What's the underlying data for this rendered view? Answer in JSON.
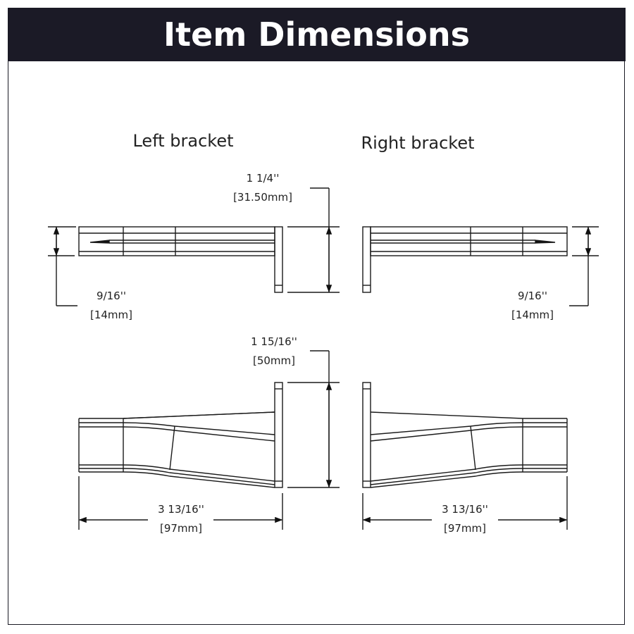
{
  "header": {
    "title": "Item Dimensions"
  },
  "views": {
    "left": {
      "label": "Left bracket"
    },
    "right": {
      "label": "Right bracket"
    }
  },
  "dimensions": {
    "top_height": {
      "imperial": "1 1/4''",
      "metric": "[31.50mm]"
    },
    "left_thickness": {
      "imperial": "9/16''",
      "metric": "[14mm]"
    },
    "right_thickness": {
      "imperial": "9/16''",
      "metric": "[14mm]"
    },
    "side_height": {
      "imperial": "1 15/16''",
      "metric": "[50mm]"
    },
    "left_length": {
      "imperial": "3 13/16''",
      "metric": "[97mm]"
    },
    "right_length": {
      "imperial": "3 13/16''",
      "metric": "[97mm]"
    }
  },
  "colors": {
    "header_bg": "#1b1a26",
    "line": "#1a1a1a",
    "text": "#222222"
  }
}
